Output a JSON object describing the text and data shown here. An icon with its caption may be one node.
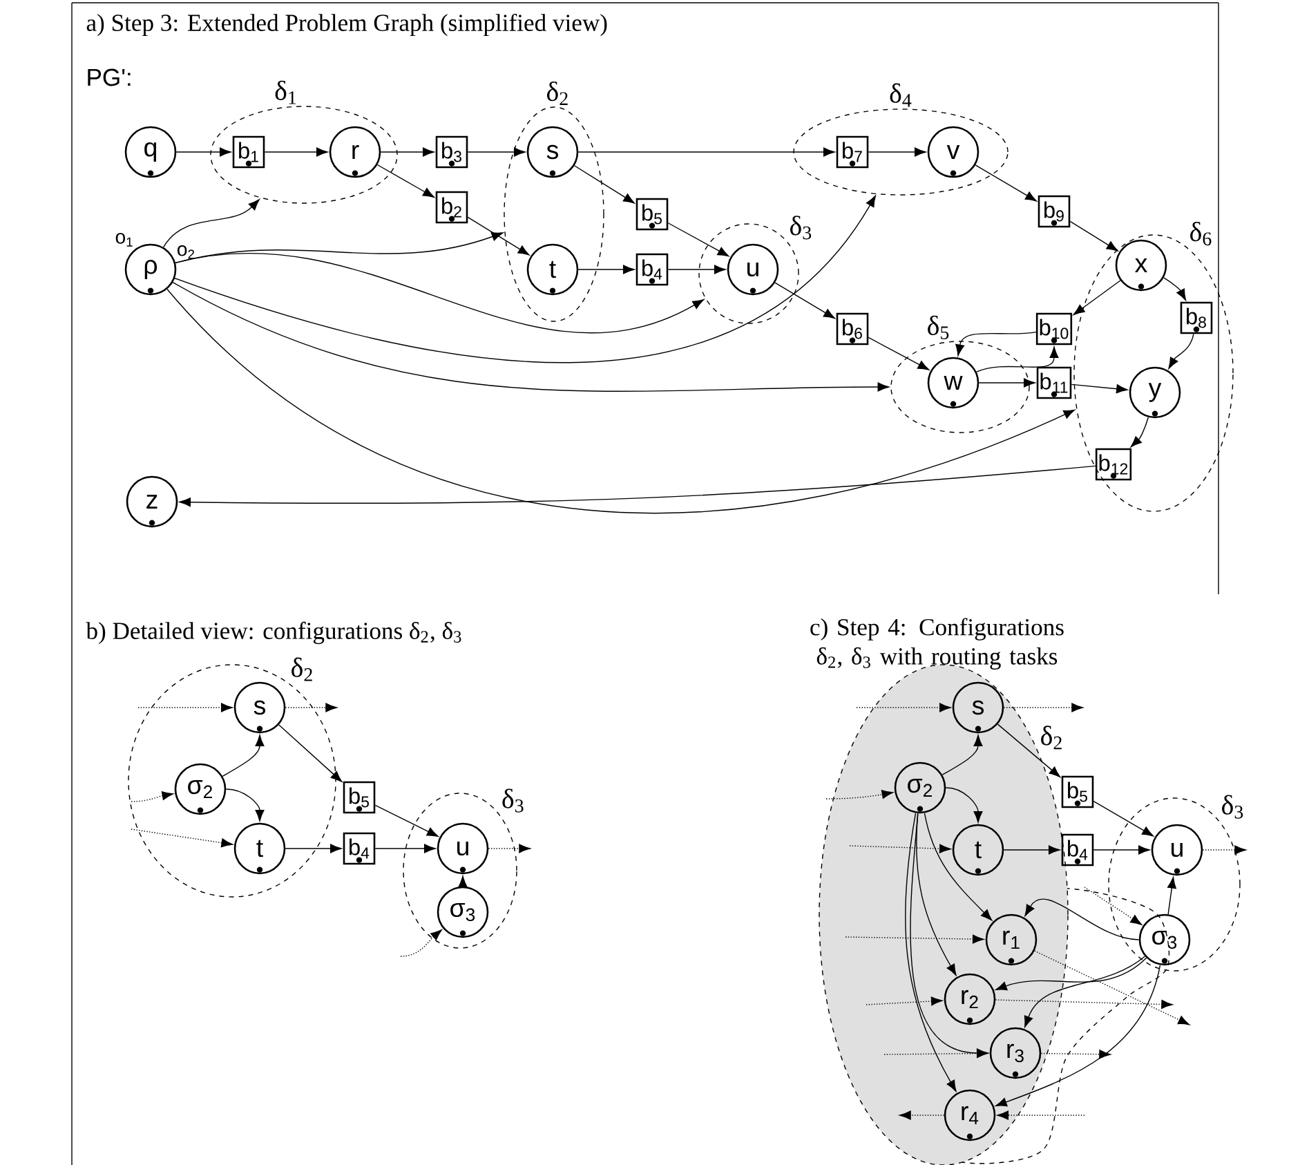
{
  "diagram": {
    "nodes": [
      {
        "text": [
          "δ$_{1}$"
        ]
      },
      {
        "text": [
          "q"
        ]
      },
      {
        "text": [
          "b$_{1}$"
        ],
        "in": 0
      },
      {
        "text": [
          "r"
        ],
        "in": 0
      },
      {
        "text": [
          "b$_{3}$"
        ]
      },
      {
        "text": [
          "b$_{2}$"
        ]
      },
      {
        "text": [
          "δ$_{2}$"
        ]
      },
      {
        "text": [
          "s"
        ],
        "in": 6
      },
      {
        "text": [
          "t"
        ],
        "in": 6
      },
      {
        "text": [
          "b$_{5}$"
        ]
      },
      {
        "text": [
          "b$_{4}$"
        ]
      },
      {
        "text": [
          "δ$_{3}$"
        ]
      },
      {
        "text": [
          "u"
        ],
        "in": 11
      },
      {
        "text": [
          "ρ"
        ],
        "beside": [
          "o$_{1}$",
          "o$_{2}$"
        ]
      },
      {
        "text": [
          "δ$_{4}$"
        ]
      },
      {
        "text": [
          "b$_{7}$"
        ],
        "in": 14
      },
      {
        "text": [
          "v"
        ],
        "in": 14
      },
      {
        "text": [
          "b$_{9}$"
        ]
      },
      {
        "text": [
          "b$_{6}$"
        ]
      },
      {
        "text": [
          "δ$_{5}$"
        ]
      },
      {
        "text": [
          "w"
        ],
        "in": 19
      },
      {
        "text": [
          "b$_{10}$"
        ]
      },
      {
        "text": [
          "b$_{11}$"
        ]
      },
      {
        "text": [
          "δ$_{6}$"
        ]
      },
      {
        "text": [
          "x"
        ],
        "in": 23
      },
      {
        "text": [
          "b$_{8}$"
        ],
        "in": 23
      },
      {
        "text": [
          "y"
        ],
        "in": 23
      },
      {
        "text": [
          "b$_{12}$"
        ],
        "in": 23
      },
      {
        "text": [
          "z"
        ]
      },
      {
        "text": [
          "δ$_{2}$"
        ]
      },
      {
        "text": [
          "s"
        ],
        "in": 29
      },
      {
        "text": [
          "σ$_{2}$"
        ],
        "in": 29
      },
      {
        "text": [
          "t"
        ],
        "in": 29
      },
      {
        "text": [
          "b$_{5}$"
        ]
      },
      {
        "text": [
          "b$_{4}$"
        ]
      },
      {
        "text": [
          "δ$_{3}$"
        ]
      },
      {
        "text": [
          "u"
        ],
        "in": 35
      },
      {
        "text": [
          "σ$_{3}$"
        ],
        "in": 35
      },
      {
        "text": [
          "δ$_{2}$"
        ]
      },
      {
        "text": [
          "s"
        ],
        "in": 38
      },
      {
        "text": [
          "σ$_{2}$"
        ],
        "in": 38
      },
      {
        "text": [
          "t"
        ],
        "in": 38
      },
      {
        "text": [
          "b$_{5}$"
        ]
      },
      {
        "text": [
          "b$_{4}$"
        ]
      },
      {
        "text": [
          "δ$_{3}$"
        ]
      },
      {
        "text": [
          "u"
        ],
        "in": 44
      },
      {
        "text": [
          "σ$_{3}$"
        ],
        "in": 44
      },
      {
        "text": [
          "r$_{1}$"
        ],
        "in": 38
      },
      {
        "text": [
          "r$_{2}$"
        ],
        "in": 38
      },
      {
        "text": [
          "r$_{3}$"
        ],
        "in": 38
      },
      {
        "text": [
          "r$_{4}$"
        ],
        "in": 38
      }
    ],
    "edges": [
      {
        "from": 1,
        "to": 2,
        "arrow": "to"
      },
      {
        "from": 2,
        "to": 3,
        "arrow": "to"
      },
      {
        "from": 3,
        "to": 4,
        "arrow": "to"
      },
      {
        "from": 4,
        "to": 7,
        "arrow": "to"
      },
      {
        "from": 3,
        "to": 5,
        "arrow": "to"
      },
      {
        "from": 5,
        "to": 8,
        "arrow": "to"
      },
      {
        "from": 7,
        "to": 9,
        "arrow": "to"
      },
      {
        "from": 9,
        "to": 12,
        "arrow": "to"
      },
      {
        "from": 8,
        "to": 10,
        "arrow": "to"
      },
      {
        "from": 10,
        "to": 12,
        "arrow": "to"
      },
      {
        "from": 7,
        "to": 15,
        "arrow": "to"
      },
      {
        "from": 15,
        "to": 16,
        "arrow": "to"
      },
      {
        "from": 16,
        "to": 17,
        "arrow": "to"
      },
      {
        "from": 17,
        "to": 24,
        "arrow": "to"
      },
      {
        "from": 12,
        "to": 18,
        "arrow": "to"
      },
      {
        "from": 18,
        "to": 20,
        "arrow": "to"
      },
      {
        "from": 24,
        "to": 21,
        "arrow": "to"
      },
      {
        "from": 21,
        "to": 20,
        "arrow": "to"
      },
      {
        "from": 20,
        "to": 21,
        "arrow": "to"
      },
      {
        "from": 20,
        "to": 22,
        "arrow": "to"
      },
      {
        "from": 22,
        "to": 26,
        "arrow": "to"
      },
      {
        "from": 24,
        "to": 25,
        "arrow": "to"
      },
      {
        "from": 25,
        "to": 26,
        "arrow": "to"
      },
      {
        "from": 26,
        "to": 27,
        "arrow": "to"
      },
      {
        "from": 27,
        "to": 28,
        "arrow": "to"
      },
      {
        "from": 13,
        "to": 0,
        "arrow": "to"
      },
      {
        "from": 13,
        "to": 6,
        "arrow": "to"
      },
      {
        "from": 13,
        "to": 11,
        "arrow": "to"
      },
      {
        "from": 13,
        "to": 14,
        "arrow": "to"
      },
      {
        "from": 13,
        "to": 19,
        "arrow": "to"
      },
      {
        "from": 13,
        "to": 23,
        "arrow": "to"
      },
      {
        "from": null,
        "to": 30,
        "arrow": "to",
        "style": "dashed"
      },
      {
        "from": 30,
        "to": null,
        "arrow": "to",
        "style": "dashed"
      },
      {
        "from": null,
        "to": 31,
        "arrow": "to",
        "style": "dashed"
      },
      {
        "from": null,
        "to": 32,
        "arrow": "to",
        "style": "dashed"
      },
      {
        "from": 31,
        "to": 30,
        "arrow": "to"
      },
      {
        "from": 31,
        "to": 32,
        "arrow": "to"
      },
      {
        "from": 30,
        "to": 33,
        "arrow": "to"
      },
      {
        "from": 33,
        "to": 36,
        "arrow": "to"
      },
      {
        "from": 32,
        "to": 34,
        "arrow": "to"
      },
      {
        "from": 34,
        "to": 36,
        "arrow": "to"
      },
      {
        "from": 36,
        "to": null,
        "arrow": "to",
        "style": "dashed"
      },
      {
        "from": null,
        "to": 37,
        "arrow": "to",
        "style": "dashed"
      },
      {
        "from": 37,
        "to": 36,
        "arrow": "to"
      },
      {
        "from": null,
        "to": 39,
        "arrow": "to",
        "style": "dashed"
      },
      {
        "from": 39,
        "to": null,
        "arrow": "to",
        "style": "dashed"
      },
      {
        "from": null,
        "to": 40,
        "arrow": "to",
        "style": "dashed"
      },
      {
        "from": null,
        "to": 41,
        "arrow": "to",
        "style": "dashed"
      },
      {
        "from": 40,
        "to": 39,
        "arrow": "to"
      },
      {
        "from": 40,
        "to": 41,
        "arrow": "to"
      },
      {
        "from": 39,
        "to": 42,
        "arrow": "to"
      },
      {
        "from": 42,
        "to": 45,
        "arrow": "to"
      },
      {
        "from": 41,
        "to": 43,
        "arrow": "to"
      },
      {
        "from": 43,
        "to": 45,
        "arrow": "to"
      },
      {
        "from": 45,
        "to": null,
        "arrow": "to",
        "style": "dashed"
      },
      {
        "from": null,
        "to": 46,
        "arrow": "to",
        "style": "dashed"
      },
      {
        "from": 46,
        "to": 45,
        "arrow": "to"
      },
      {
        "from": 40,
        "to": 47,
        "arrow": "to"
      },
      {
        "from": 40,
        "to": 48,
        "arrow": "to"
      },
      {
        "from": 40,
        "to": 49,
        "arrow": "to"
      },
      {
        "from": 40,
        "to": 50,
        "arrow": "to"
      },
      {
        "from": 46,
        "to": 47,
        "arrow": "to"
      },
      {
        "from": 46,
        "to": 48,
        "arrow": "to"
      },
      {
        "from": 46,
        "to": 49,
        "arrow": "to"
      },
      {
        "from": 46,
        "to": 50,
        "arrow": "to"
      },
      {
        "from": null,
        "to": 47,
        "arrow": "to",
        "style": "dashed"
      },
      {
        "from": 47,
        "to": null,
        "arrow": "to",
        "style": "dashed"
      },
      {
        "from": null,
        "to": 48,
        "arrow": "to",
        "style": "dashed"
      },
      {
        "from": 48,
        "to": null,
        "arrow": "to",
        "style": "dashed"
      },
      {
        "from": null,
        "to": 49,
        "arrow": "to",
        "style": "dashed"
      },
      {
        "from": 49,
        "to": null,
        "arrow": "to",
        "style": "dashed"
      },
      {
        "from": null,
        "to": 50,
        "arrow": "to",
        "style": "dashed"
      },
      {
        "from": 50,
        "to": null,
        "arrow": "to",
        "style": "dashed"
      }
    ],
    "labels": [
      "a) Step 3: Extended Problem Graph (simplified view)",
      "PG':",
      "b) Detailed view: configurations δ$_{2}$, δ$_{3}$",
      "c) Step 4: Configurations δ$_{2}$, δ$_{3}$ with routing tasks"
    ]
  }
}
